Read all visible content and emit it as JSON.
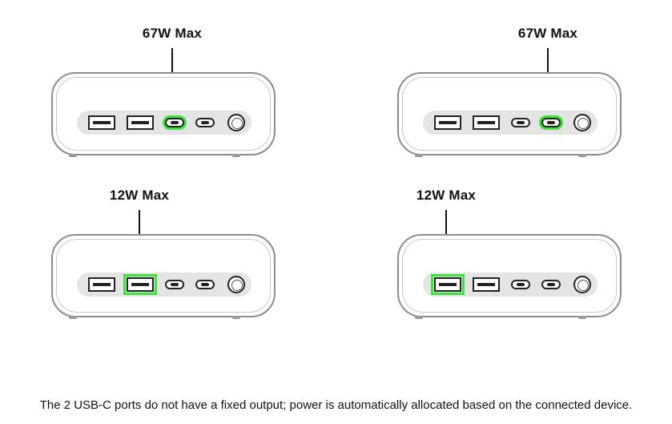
{
  "panels": [
    {
      "label": "67W Max",
      "active_port": "usb-c-1"
    },
    {
      "label": "67W Max",
      "active_port": "usb-c-2"
    },
    {
      "label": "12W Max",
      "active_port": "usb-a-2"
    },
    {
      "label": "12W Max",
      "active_port": "usb-a-1"
    }
  ],
  "footnote": "The 2 USB-C ports do not have a fixed output; power is automatically allocated based on the connected device.",
  "colors": {
    "highlight": "#3fe03f",
    "outline": "#8c8c8c",
    "port_strip": "#e4e4e4"
  },
  "icons": [
    "usb-a-port-icon",
    "usb-c-port-icon",
    "power-button-icon"
  ]
}
